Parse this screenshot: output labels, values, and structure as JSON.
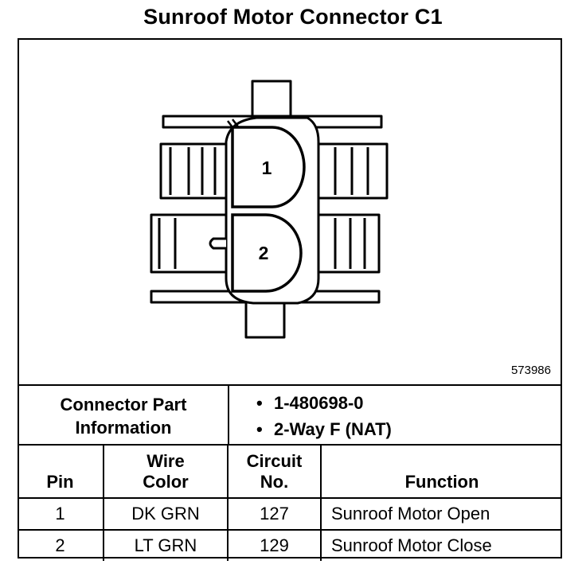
{
  "title": "Sunroof Motor Connector C1",
  "figure_id": "573986",
  "cavities": [
    {
      "label": "1"
    },
    {
      "label": "2"
    }
  ],
  "connector_info": {
    "label_line1": "Connector Part",
    "label_line2": "Information",
    "items": [
      "1-480698-0",
      "2-Way F (NAT)"
    ]
  },
  "pin_table": {
    "headers": {
      "pin": "Pin",
      "wire_color_line1": "Wire",
      "wire_color_line2": "Color",
      "circuit_line1": "Circuit",
      "circuit_line2": "No.",
      "function": "Function"
    },
    "rows": [
      {
        "pin": "1",
        "wire_color": "DK GRN",
        "circuit": "127",
        "function": "Sunroof Motor Open"
      },
      {
        "pin": "2",
        "wire_color": "LT GRN",
        "circuit": "129",
        "function": "Sunroof Motor Close"
      }
    ]
  }
}
